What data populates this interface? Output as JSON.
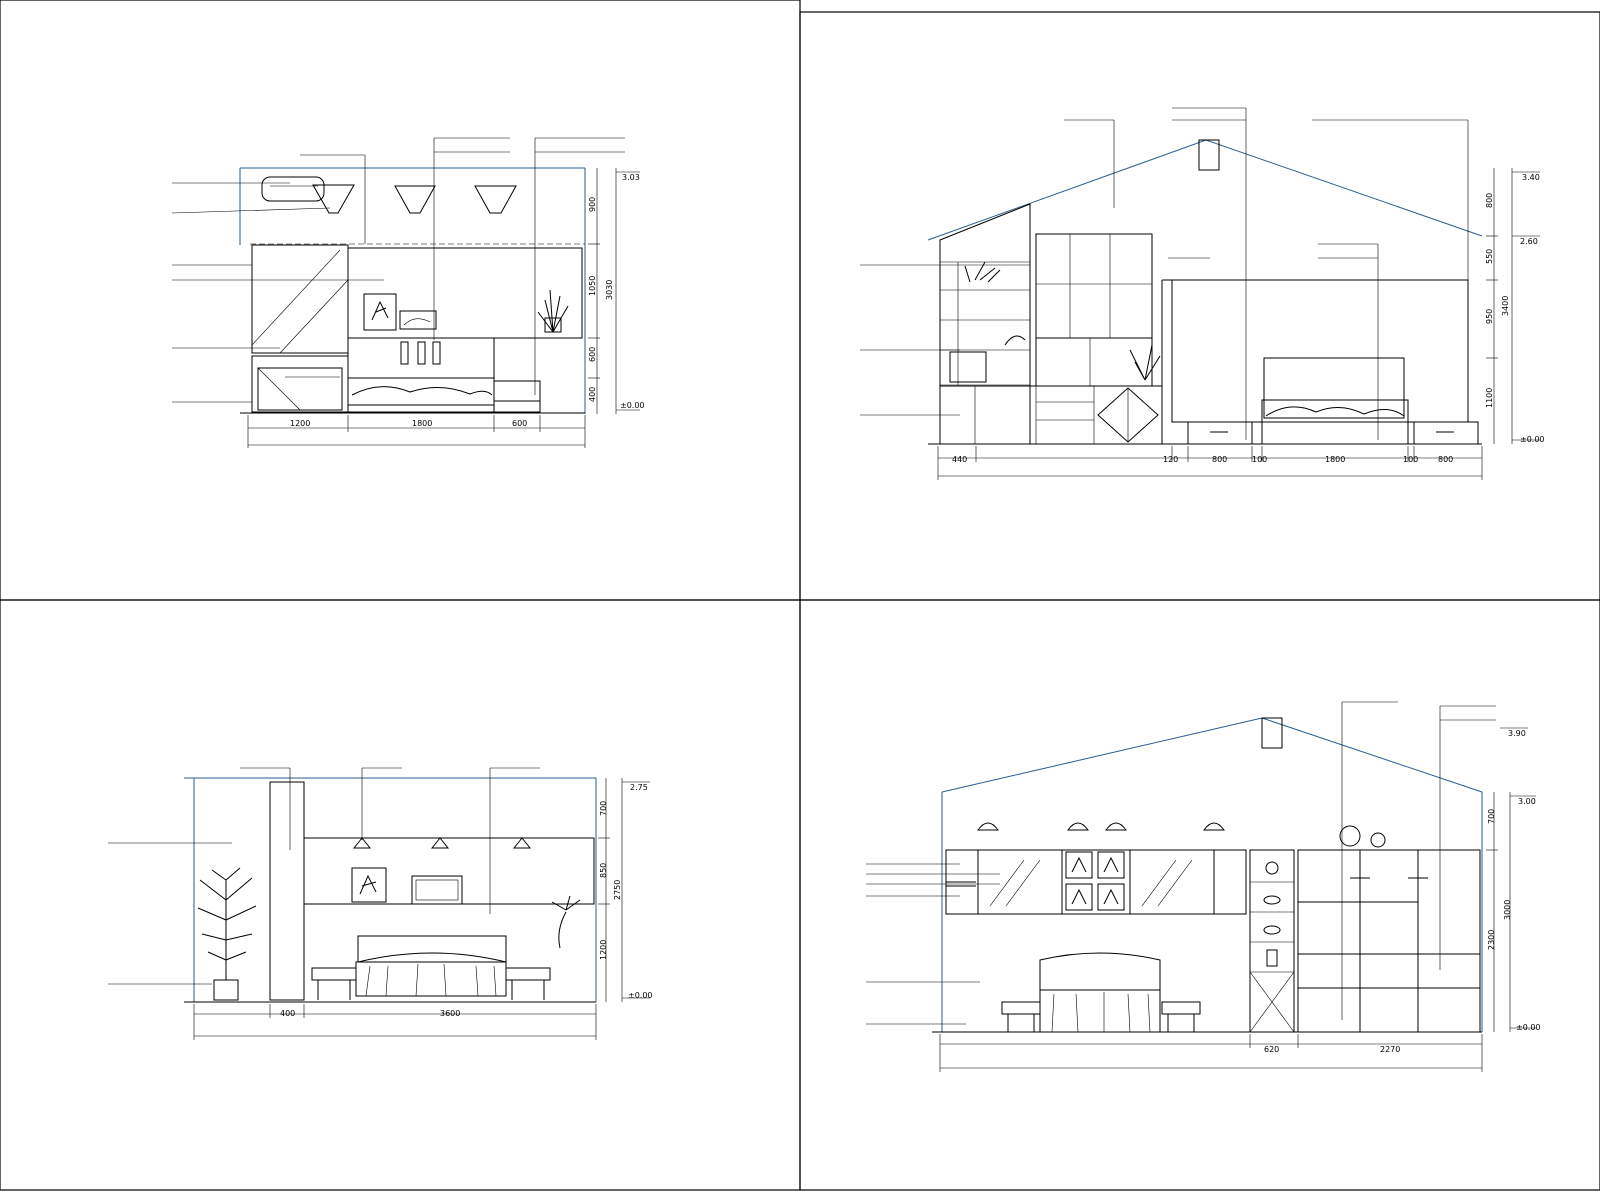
{
  "panels": {
    "top_left": {
      "dim_bottom": [
        "1200",
        "1800",
        "600"
      ],
      "dim_right": [
        "900",
        "1050",
        "600",
        "400"
      ],
      "dim_total": "3030",
      "level_top": "3.03",
      "level_bottom": "±0.00"
    },
    "top_right": {
      "dim_bottom": [
        "440",
        "120",
        "800",
        "100",
        "1800",
        "100",
        "800"
      ],
      "dim_right": [
        "800",
        "550",
        "950",
        "1100"
      ],
      "dim_total": "3400",
      "level_top": "3.40",
      "level_mid": "2.60",
      "level_bottom": "±0.00"
    },
    "bottom_left": {
      "dim_bottom": [
        "400",
        "3600"
      ],
      "dim_right": [
        "700",
        "850",
        "1200"
      ],
      "dim_total": "2750",
      "level_top": "2.75",
      "level_bottom": "±0.00"
    },
    "bottom_right": {
      "dim_bottom": [
        "620",
        "2270"
      ],
      "dim_right": [
        "700",
        "3000",
        "2300"
      ],
      "level_top": "3.90",
      "level_mid": "3.00",
      "level_bottom": "±0.00"
    }
  }
}
